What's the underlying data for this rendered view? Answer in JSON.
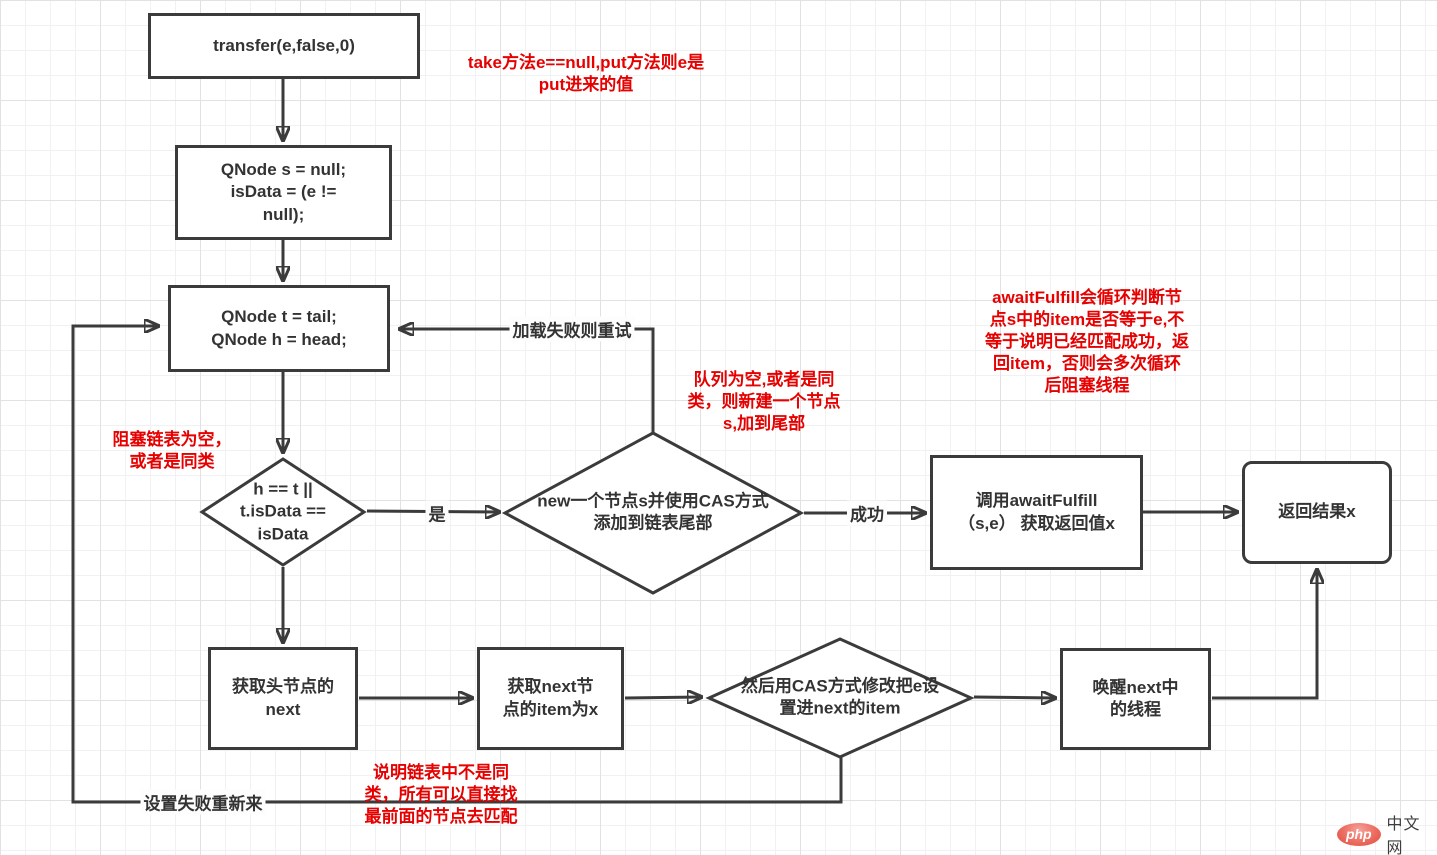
{
  "meta": {
    "accent_red": "#e60000",
    "line_color": "#3b3b3b",
    "background": "#ffffff"
  },
  "nodes": {
    "start": {
      "label": "transfer(e,false,0)"
    },
    "init": {
      "label": "QNode s = null;\nisData = (e !=\nnull);"
    },
    "read_tail_head": {
      "label": "QNode t = tail;\nQNode h = head;"
    },
    "check_same_mode": {
      "label": "h == t ||\nt.isData ==\nisData"
    },
    "cas_append": {
      "label": "new一个节点s并使用CAS方式\n添加到链表尾部"
    },
    "await_fulfill": {
      "label": "调用awaitFulfill\n（s,e） 获取返回值x"
    },
    "return_result": {
      "label": "返回结果x"
    },
    "get_head_next": {
      "label": "获取头节点的\nnext"
    },
    "get_next_item": {
      "label": "获取next节\n点的item为x"
    },
    "cas_set_item": {
      "label": "然后用CAS方式修改把e设\n置进next的item"
    },
    "wake_next": {
      "label": "唤醒next中\n的线程"
    }
  },
  "edge_labels": {
    "yes": "是",
    "success": "成功",
    "retry_on_load_fail": "加载失败则重试",
    "retry_on_set_fail": "设置失败重新来"
  },
  "annotations": {
    "take_put_note": "take方法e==null,put方法则e是\nput进来的值",
    "blocked_list_note": "阻塞链表为空，\n或者是同类",
    "empty_queue_note": "队列为空,或者是同\n类，则新建一个节点\ns,加到尾部",
    "await_fulfill_note": "awaitFulfill会循环判断节\n点s中的item是否等于e,不\n等于说明已经匹配成功，返\n回item，否则会多次循环\n后阻塞线程",
    "not_same_type_note": "说明链表中不是同\n类，所有可以直接找\n最前面的节点去匹配"
  },
  "logo": {
    "brand": "php",
    "suffix": "中文网"
  }
}
